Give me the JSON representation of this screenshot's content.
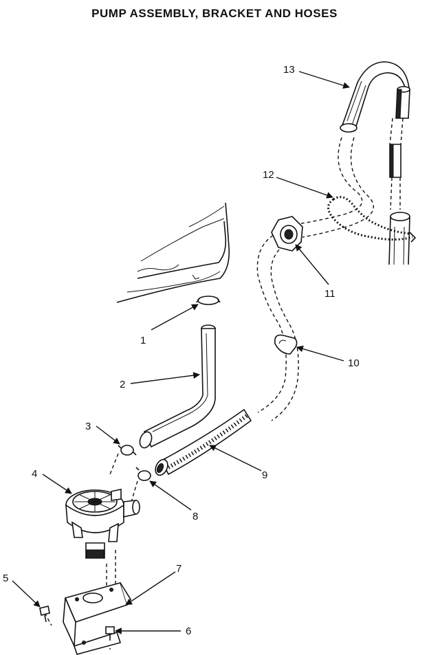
{
  "title": "PUMP ASSEMBLY, BRACKET AND HOSES",
  "callouts": [
    "1",
    "2",
    "3",
    "4",
    "5",
    "6",
    "7",
    "8",
    "9",
    "10",
    "11",
    "12",
    "13"
  ]
}
